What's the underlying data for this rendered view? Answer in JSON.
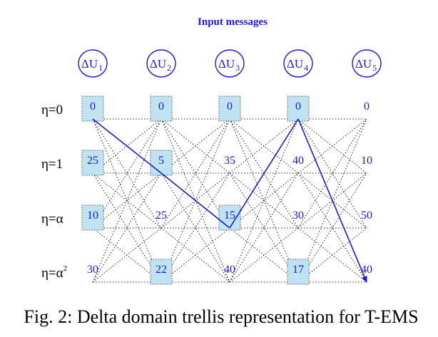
{
  "title": "Input messages",
  "columns": [
    {
      "main": "ΔU",
      "sub": "1"
    },
    {
      "main": "ΔU",
      "sub": "2"
    },
    {
      "main": "ΔU",
      "sub": "3"
    },
    {
      "main": "ΔU",
      "sub": "4"
    },
    {
      "main": "ΔU",
      "sub": "5"
    }
  ],
  "rows": [
    {
      "main": "η=0",
      "sup": ""
    },
    {
      "main": "η=1",
      "sup": ""
    },
    {
      "main": "η=α",
      "sup": ""
    },
    {
      "main": "η=α",
      "sup": "2"
    }
  ],
  "cells": [
    [
      "0",
      "0",
      "0",
      "0",
      "0"
    ],
    [
      "25",
      "5",
      "35",
      "40",
      "10"
    ],
    [
      "10",
      "25",
      "15",
      "30",
      "50"
    ],
    [
      "30",
      "22",
      "40",
      "17",
      "40"
    ]
  ],
  "highlighted": [
    [
      true,
      true,
      true,
      true,
      false
    ],
    [
      true,
      true,
      false,
      false,
      false
    ],
    [
      true,
      false,
      true,
      false,
      false
    ],
    [
      false,
      true,
      false,
      true,
      false
    ]
  ],
  "path": [
    [
      0,
      0
    ],
    [
      1,
      1
    ],
    [
      2,
      2
    ],
    [
      3,
      0
    ],
    [
      4,
      3
    ]
  ],
  "caption": "Fig. 2: Delta domain trellis representation for T-EMS"
}
